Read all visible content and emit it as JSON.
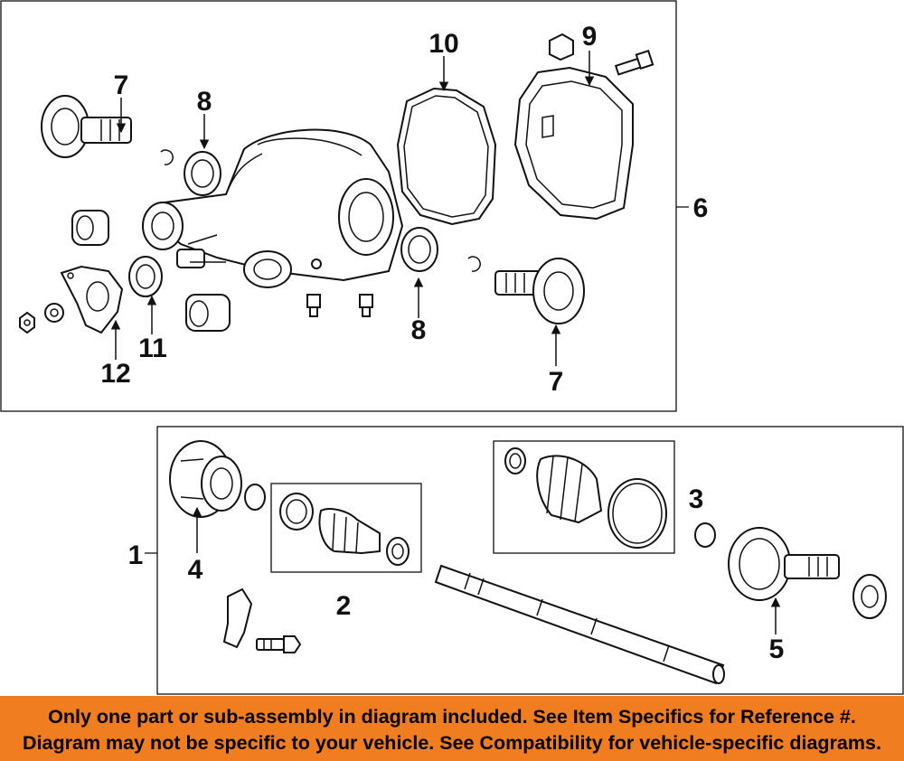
{
  "diagram": {
    "callouts": {
      "c1": "1",
      "c2": "2",
      "c3": "3",
      "c4": "4",
      "c5": "5",
      "c6": "6",
      "c7a": "7",
      "c7b": "7",
      "c8a": "8",
      "c8b": "8",
      "c9": "9",
      "c10": "10",
      "c11": "11",
      "c12": "12"
    }
  },
  "banner": {
    "line1": "Only one part or sub-assembly in diagram included. See Item Specifics for Reference #.",
    "line2": "Diagram may not be specific to your vehicle. See Compatibility for vehicle-specific diagrams.",
    "background": "#f07d1f"
  }
}
